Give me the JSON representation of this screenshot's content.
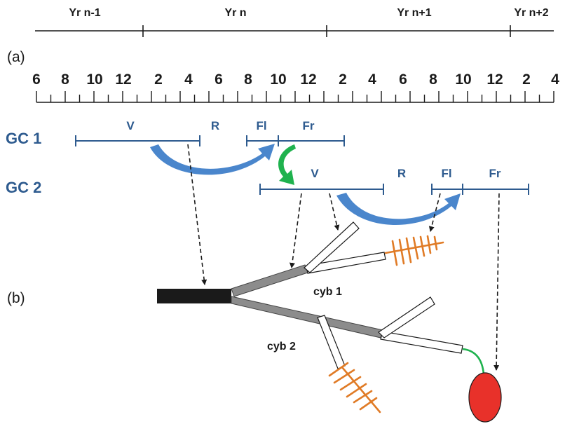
{
  "colors": {
    "line": "#1a1a1a",
    "growth_cycle_blue": "#2e5b8f",
    "arrow_blue": "#4a86cc",
    "arrow_green": "#1fb24e",
    "old_wood": "#1a1a1a",
    "cyb_grey": "#8c8c8c",
    "inflorescence": "#e07b26",
    "fruit": "#e8312a",
    "peduncle": "#1fb24e"
  },
  "years": [
    "Yr n-1",
    "Yr n",
    "Yr n+1",
    "Yr n+2"
  ],
  "panel_a_label": "(a)",
  "panel_b_label": "(b)",
  "month_ticks": [
    "6",
    "8",
    "10",
    "12",
    "2",
    "4",
    "6",
    "8",
    "10",
    "12",
    "2",
    "4",
    "6",
    "8",
    "10",
    "12",
    "2",
    "4"
  ],
  "growth_cycles": [
    {
      "label": "GC 1",
      "phases": [
        {
          "code": "V"
        },
        {
          "code": "R"
        },
        {
          "code": "Fl"
        },
        {
          "code": "Fr"
        }
      ]
    },
    {
      "label": "GC 2",
      "phases": [
        {
          "code": "V"
        },
        {
          "code": "R"
        },
        {
          "code": "Fl"
        },
        {
          "code": "Fr"
        }
      ]
    }
  ],
  "cymbals": [
    "cyb 1",
    "cyb 2"
  ]
}
